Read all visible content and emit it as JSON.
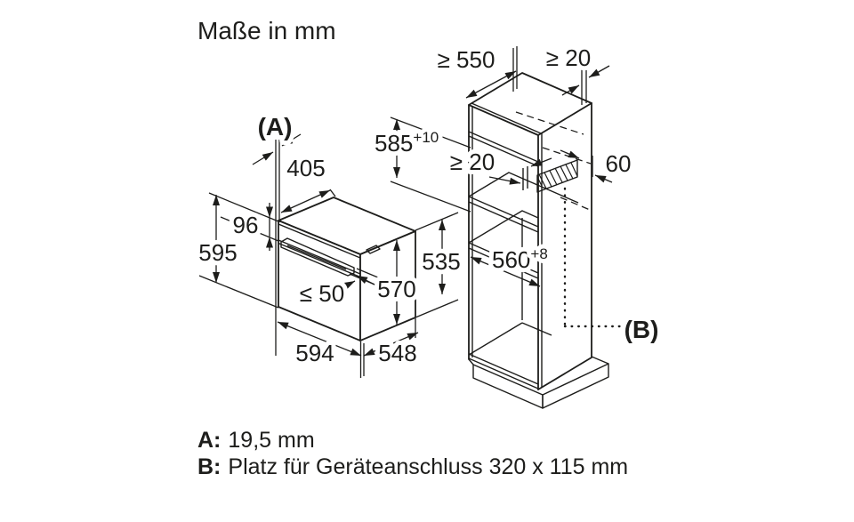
{
  "title": "Maße in mm",
  "oven": {
    "callout_a": "(A)",
    "dim_top_depth": "405",
    "dim_panel_height": "96",
    "dim_total_height": "595",
    "dim_handle_clearance": "≤ 50",
    "dim_body_height": "570",
    "dim_width": "594",
    "dim_body_depth": "548",
    "dim_rear_height": "535"
  },
  "cabinet": {
    "dim_min_depth": "≥ 550",
    "dim_rear_wall_gap": "≥ 20",
    "dim_niche_height": "585",
    "dim_niche_height_tolerance": "+10",
    "dim_shelf_gap": "≥ 20",
    "dim_connection_strip": "60",
    "dim_niche_width": "560",
    "dim_niche_width_tolerance": "+8",
    "callout_b": "(B)"
  },
  "legend": {
    "a_label": "A:",
    "a_text": "19,5 mm",
    "b_label": "B:",
    "b_text": "Platz für Geräteanschluss 320 x 115 mm"
  },
  "colors": {
    "line": "#1d1d1b",
    "background": "#ffffff"
  }
}
